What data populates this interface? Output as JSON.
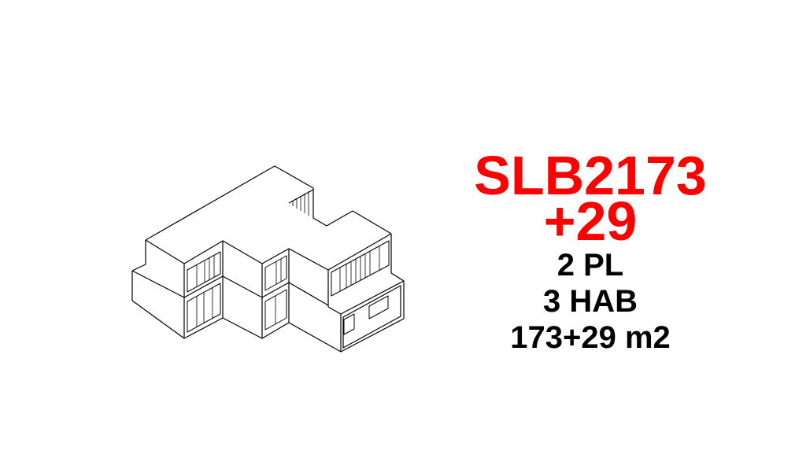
{
  "model": {
    "code": "SLB2173",
    "extension": "+29",
    "floors": "2 PL",
    "bedrooms": "3 HAB",
    "area": "173+29 m2"
  },
  "colors": {
    "accent": "#ff0000",
    "text": "#000000",
    "line": "#000000"
  }
}
